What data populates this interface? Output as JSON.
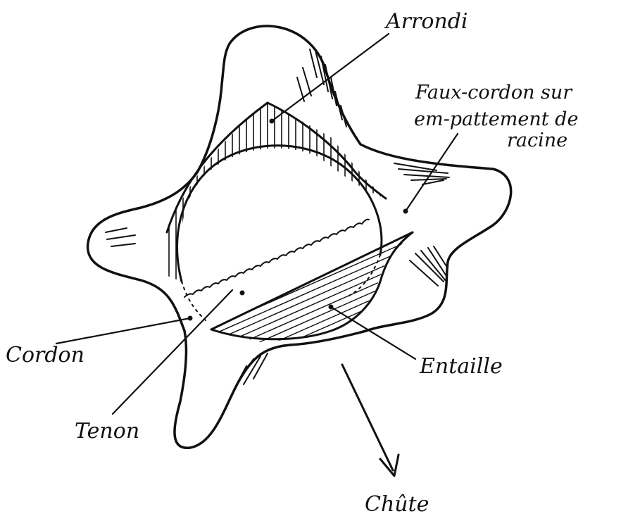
{
  "labels": {
    "arrondi": "Arrondi",
    "faux_cordon_line1": "Faux-cordon sur",
    "faux_cordon_line2": "em-pattement de",
    "faux_cordon_line3": "racine",
    "cordon": "Cordon",
    "tenon": "Tenon",
    "entaille": "Entaille",
    "chute": "Chûte"
  },
  "colors": {
    "ink": "#111111",
    "paper": "#ffffff"
  }
}
